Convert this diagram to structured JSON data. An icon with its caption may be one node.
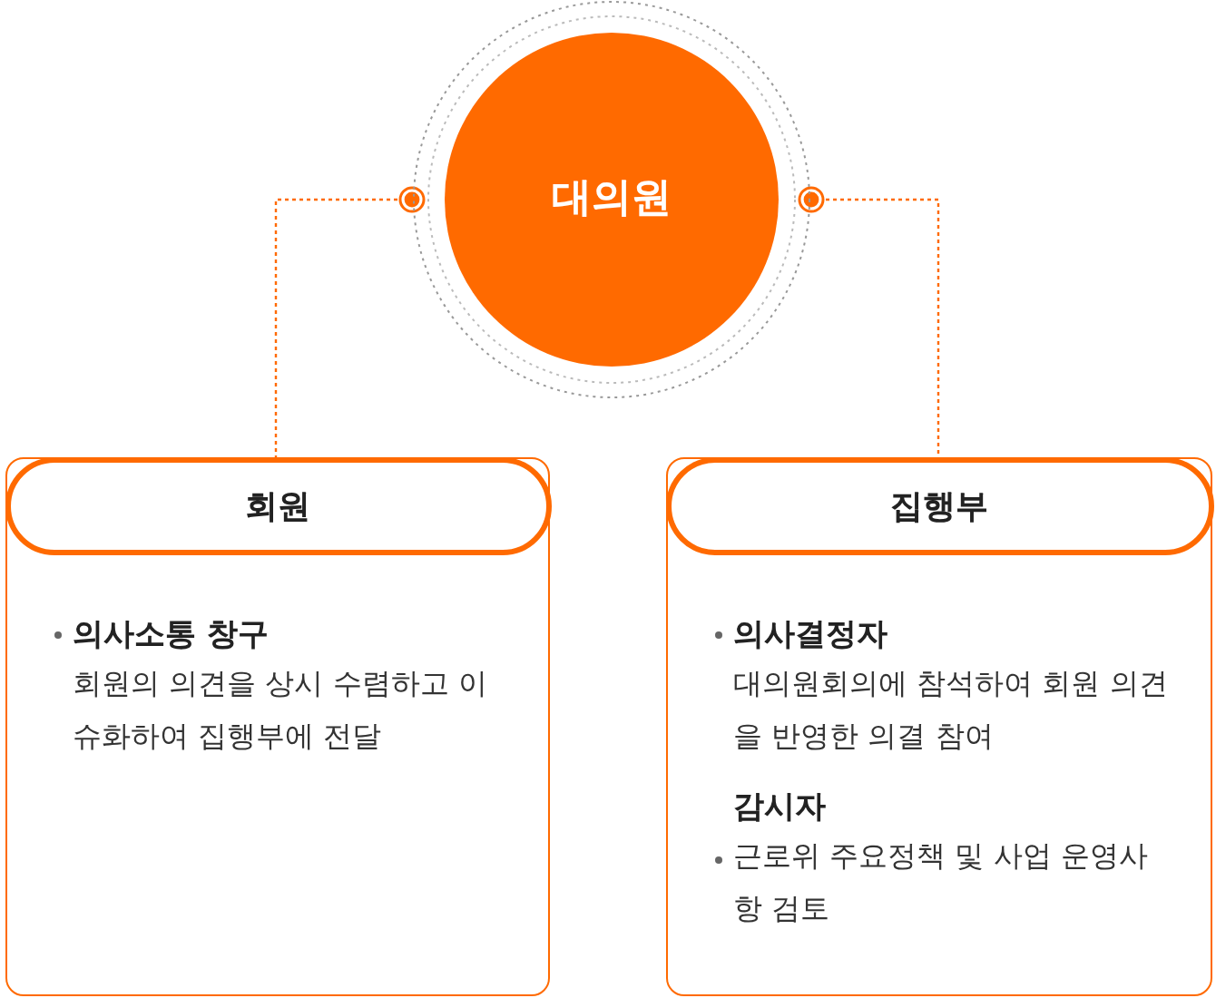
{
  "diagram": {
    "nodes": [
      {
        "text": [
          "대의원"
        ]
      },
      {
        "text": [
          "회원",
          "의사소통 창구",
          "회원의 의견을 상시 수렴하고 이슈화하여 집행부에 전달"
        ]
      },
      {
        "text": [
          "집행부",
          "의사결정자",
          "대의원회의에 참석하여 회원 의견을 반영한 의결 참여",
          "감시자",
          "근로위 주요정책 및 사업 운영사항 검토"
        ]
      }
    ],
    "edges": [
      {
        "from": 0,
        "to": 1,
        "arrow": "other",
        "style": "dashed"
      },
      {
        "from": 0,
        "to": 2,
        "arrow": "other",
        "style": "dashed"
      }
    ]
  }
}
